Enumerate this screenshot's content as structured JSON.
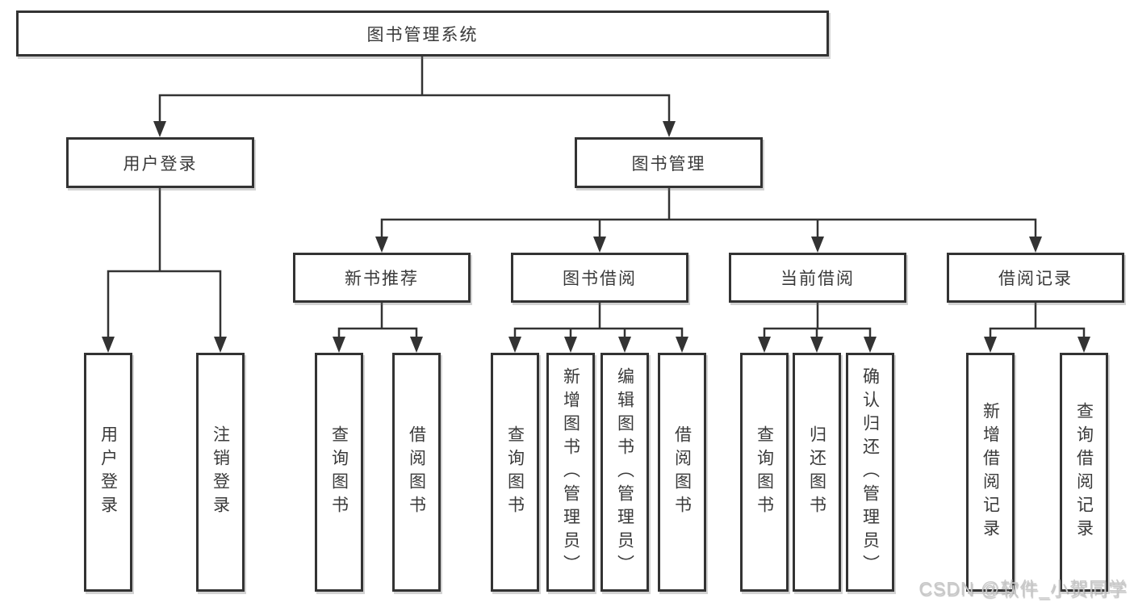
{
  "tree": {
    "root": {
      "label": "图书管理系统",
      "children": [
        {
          "label": "用户登录",
          "children": [
            {
              "label": "用户登录"
            },
            {
              "label": "注销登录"
            }
          ]
        },
        {
          "label": "图书管理",
          "children": [
            {
              "label": "新书推荐",
              "children": [
                {
                  "label": "查询图书"
                },
                {
                  "label": "借阅图书"
                }
              ]
            },
            {
              "label": "图书借阅",
              "children": [
                {
                  "label": "查询图书"
                },
                {
                  "label": "新增图书（管理员）"
                },
                {
                  "label": "编辑图书（管理员）"
                },
                {
                  "label": "借阅图书"
                }
              ]
            },
            {
              "label": "当前借阅",
              "children": [
                {
                  "label": "查询图书"
                },
                {
                  "label": "归还图书"
                },
                {
                  "label": "确认归还（管理员）"
                }
              ]
            },
            {
              "label": "借阅记录",
              "children": [
                {
                  "label": "新增借阅记录"
                },
                {
                  "label": "查询借阅记录"
                }
              ]
            }
          ]
        }
      ]
    }
  },
  "watermark": {
    "text": "CSDN @软件_小贺同学"
  },
  "colors": {
    "line": "#333333",
    "box_border": "#333333",
    "text": "#3a3a3a",
    "watermark": "#c9c9c9",
    "background": "#ffffff"
  }
}
